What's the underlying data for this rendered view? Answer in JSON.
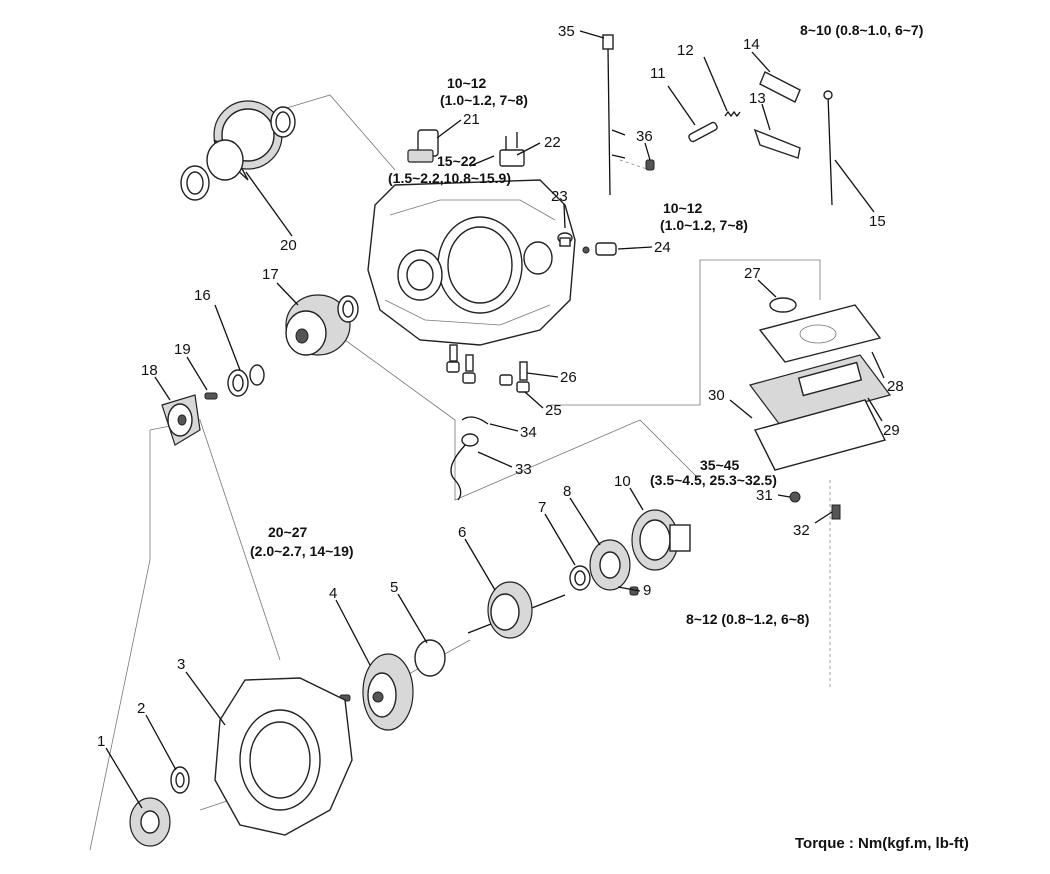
{
  "callouts": {
    "n1": "1",
    "n2": "2",
    "n3": "3",
    "n4": "4",
    "n5": "5",
    "n6": "6",
    "n7": "7",
    "n8": "8",
    "n9": "9",
    "n10": "10",
    "n11": "11",
    "n12": "12",
    "n13": "13",
    "n14": "14",
    "n15": "15",
    "n16": "16",
    "n17": "17",
    "n18": "18",
    "n19": "19",
    "n20": "20",
    "n21": "21",
    "n22": "22",
    "n23": "23",
    "n24": "24",
    "n25": "25",
    "n26": "26",
    "n27": "27",
    "n28": "28",
    "n29": "29",
    "n30": "30",
    "n31": "31",
    "n32": "32",
    "n33": "33",
    "n34": "34",
    "n35": "35",
    "n36": "36"
  },
  "torque_specs": {
    "t_top_right": "8~10 (0.8~1.0, 6~7)",
    "t_21_a": "10~12",
    "t_21_b": "(1.0~1.2, 7~8)",
    "t_22_a": "15~22",
    "t_22_b": "(1.5~2.2,10.8~15.9)",
    "t_24_a": "10~12",
    "t_24_b": "(1.0~1.2, 7~8)",
    "t_31_a": "35~45",
    "t_31_b": "(3.5~4.5, 25.3~32.5)",
    "t_4_a": "20~27",
    "t_4_b": "(2.0~2.7, 14~19)",
    "t_9": "8~12 (0.8~1.2, 6~8)"
  },
  "legend": "Torque : Nm(kgf.m, lb-ft)"
}
